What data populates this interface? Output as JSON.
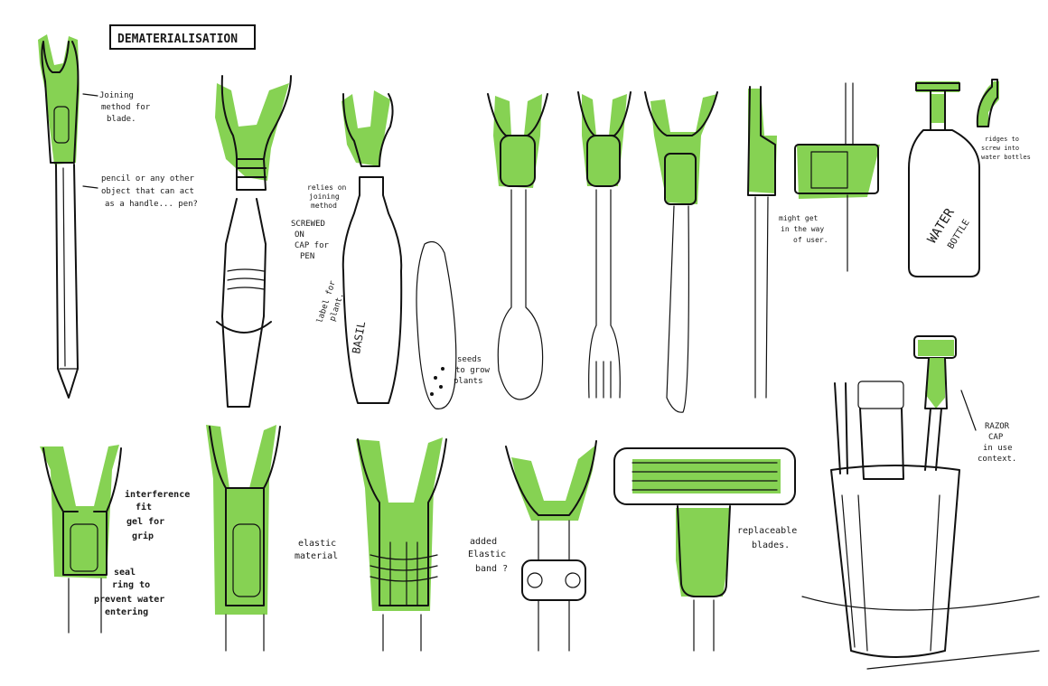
{
  "title": "DEMATERIALISATION",
  "colors": {
    "accent_green": "#7fd04a",
    "ink": "#111111",
    "paper": "#ffffff"
  },
  "annotations": {
    "joining_method_l1": "Joining",
    "joining_method_l2": "method for",
    "joining_method_l3": "blade.",
    "pencil_l1": "pencil or any other",
    "pencil_l2": "object that can act",
    "pencil_l3": "as a handle... pen?",
    "relies_l1": "relies on",
    "relies_l2": "joining",
    "relies_l3": "method",
    "screwed_l1": "SCREWED",
    "screwed_l2": "ON",
    "screwed_l3": "CAP for",
    "screwed_l4": "PEN",
    "label_l1": "label for",
    "label_l2": "plant.",
    "basil": "BASIL",
    "seeds_l1": "seeds",
    "seeds_l2": "to grow",
    "seeds_l3": "plants",
    "might_l1": "might get",
    "might_l2": "in the way",
    "might_l3": "of user.",
    "ridges_l1": "ridges to",
    "ridges_l2": "screw into",
    "ridges_l3": "water bottles",
    "water": "WATER",
    "bottle": "BOTTLE",
    "razor_l1": "RAZOR",
    "razor_l2": "CAP",
    "razor_l3": "in use",
    "razor_l4": "context.",
    "interference_l1": "interference",
    "interference_l2": "fit",
    "gel_l1": "gel for",
    "gel_l2": "grip",
    "seal_l1": "seal",
    "seal_l2": "ring to",
    "seal_l3": "prevent water",
    "seal_l4": "entering",
    "elastic_l1": "elastic",
    "elastic_l2": "material",
    "added_l1": "added",
    "added_l2": "Elastic",
    "added_l3": "band ?",
    "replaceable_l1": "replaceable",
    "replaceable_l2": "blades."
  }
}
